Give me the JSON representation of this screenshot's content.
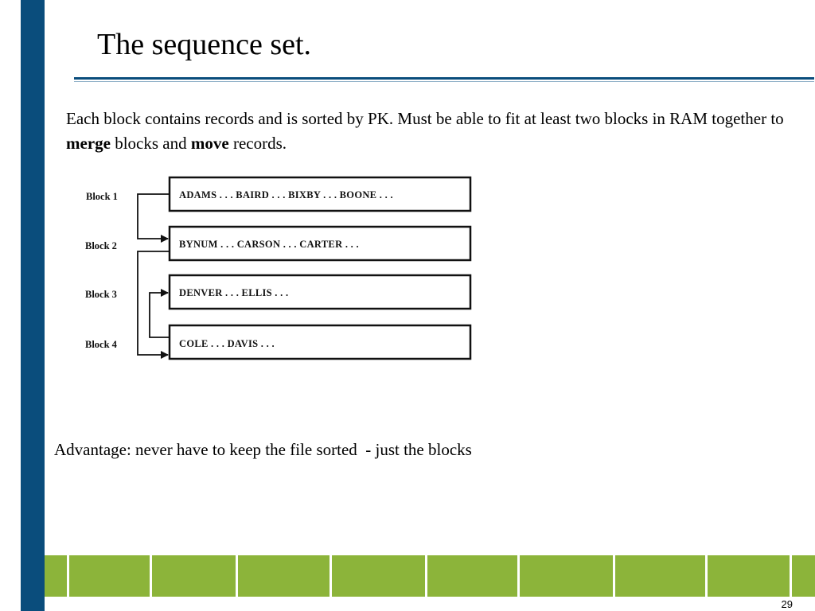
{
  "slide": {
    "title": "The sequence set.",
    "body_text": {
      "part1": "Each block contains records and is sorted by PK. Must be able to fit at least two blocks in RAM together to ",
      "bold1": "merge",
      "part2": " blocks and ",
      "bold2": "move",
      "part3": " records."
    },
    "advantage": "Advantage: never have to keep the file sorted  - just the blocks",
    "page_number": "29"
  },
  "diagram": {
    "blocks": [
      {
        "label": "Block 1",
        "records": "ADAMS . . . BAIRD . . . BIXBY . . . BOONE . . ."
      },
      {
        "label": "Block 2",
        "records": "BYNUM . . . CARSON . . . CARTER . . ."
      },
      {
        "label": "Block 3",
        "records": "DENVER . . . ELLIS . . ."
      },
      {
        "label": "Block 4",
        "records": "COLE . . . DAVIS . . ."
      }
    ]
  },
  "colors": {
    "sidebar": "#0a4d7c",
    "footer": "#8cb43a",
    "rule": "#0a4d7c"
  }
}
